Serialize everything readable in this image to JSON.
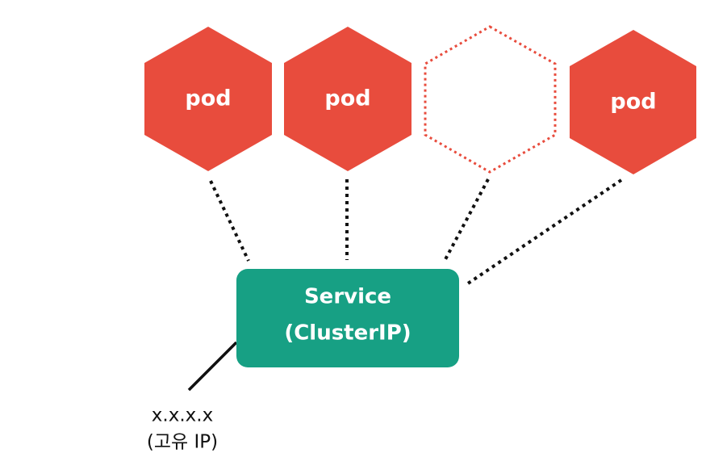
{
  "colors": {
    "pod_fill": "#e84c3d",
    "pending_stroke": "#e84c3d",
    "service_fill": "#17a084",
    "connector": "#111111",
    "text_on_shape": "#ffffff",
    "ip_text": "#111111"
  },
  "pods": [
    {
      "label": "pod",
      "state": "running"
    },
    {
      "label": "pod",
      "state": "running"
    },
    {
      "label": "",
      "state": "pending"
    },
    {
      "label": "pod",
      "state": "running"
    }
  ],
  "service": {
    "line1": "Service",
    "line2": "(ClusterIP)"
  },
  "ip": {
    "line1": "x.x.x.x",
    "line2": "(고유 IP)"
  }
}
